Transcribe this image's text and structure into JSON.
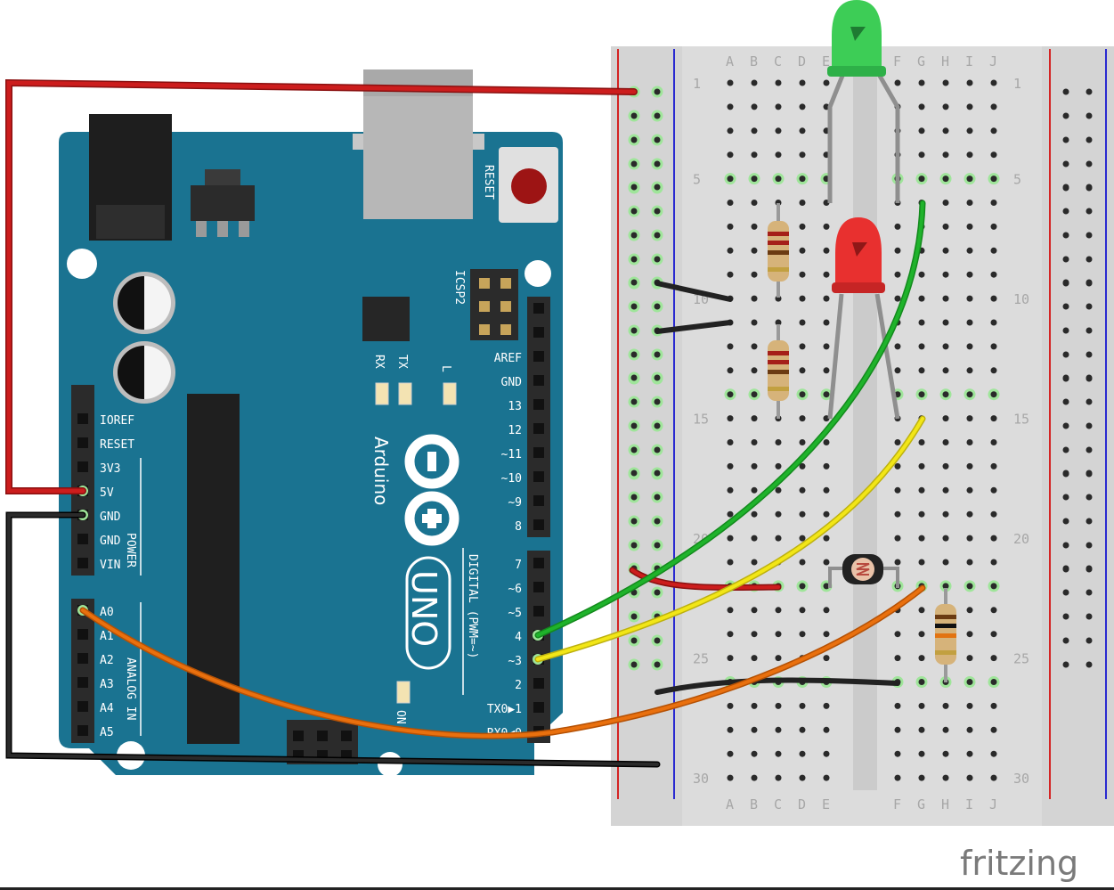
{
  "brand": "fritzing",
  "breadboard": {
    "columns_left": [
      "A",
      "B",
      "C",
      "D",
      "E"
    ],
    "columns_right": [
      "F",
      "G",
      "H",
      "I",
      "J"
    ],
    "row_labels": [
      "1",
      "5",
      "10",
      "15",
      "20",
      "25",
      "30"
    ]
  },
  "arduino": {
    "reset_label": "RESET",
    "icsp_label": "ICSP2",
    "led_labels": [
      "RX",
      "TX",
      "L"
    ],
    "logo_text": "Arduino",
    "model_text": "UNO",
    "on_label": "ON",
    "power_pins": [
      "IOREF",
      "RESET",
      "3V3",
      "5V",
      "GND",
      "GND",
      "VIN"
    ],
    "power_header": "POWER",
    "analog_pins": [
      "A0",
      "A1",
      "A2",
      "A3",
      "A4",
      "A5"
    ],
    "analog_header": "ANALOG IN",
    "digital_top": [
      "AREF",
      "GND",
      "13",
      "12",
      "~11",
      "~10",
      "~9",
      "8"
    ],
    "digital_bottom": [
      "7",
      "~6",
      "~5",
      "4",
      "~3",
      "2",
      "TX0▶1",
      "RX0◀0"
    ],
    "digital_header": "DIGITAL (PWM=~)"
  },
  "colors": {
    "board": "#1a7391",
    "red_wire": "#cc1d1d",
    "black_wire": "#222222",
    "green_wire": "#1fb32b",
    "yellow_wire": "#f2e617",
    "orange_wire": "#e9700e",
    "led_green": "#3dcd56",
    "led_red": "#e8302f"
  }
}
